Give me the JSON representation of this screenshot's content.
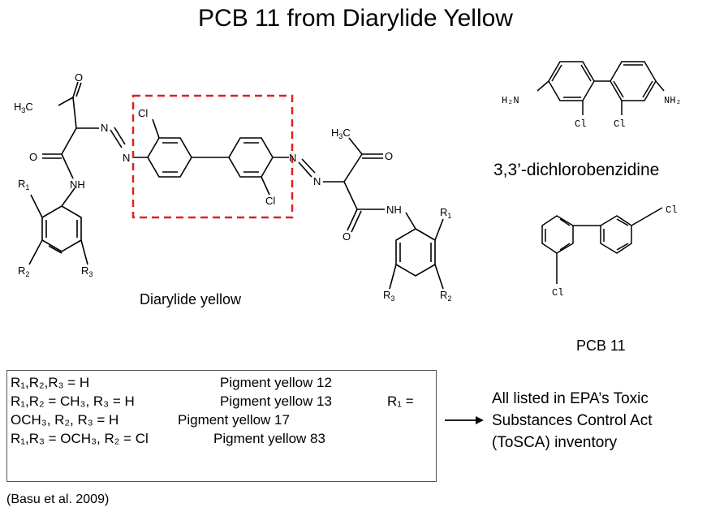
{
  "title": "PCB 11 from Diarylide Yellow",
  "diarylide": {
    "caption": "Diarylide yellow",
    "labels": {
      "h3c": "H",
      "h3c_sub": "3",
      "h3c_c": "C",
      "o": "O",
      "n": "N",
      "nh": "NH",
      "cl": "Cl",
      "r1": "R",
      "r1_sub": "1",
      "r2": "R",
      "r2_sub": "2",
      "r3": "R",
      "r3_sub": "3"
    }
  },
  "dcb": {
    "caption": "3,3’-dichlorobenzidine",
    "left_amine": "H₂N",
    "right_amine": "NH₂",
    "cl": "Cl"
  },
  "pcb11": {
    "caption": "PCB 11",
    "cl": "Cl"
  },
  "pigments": {
    "rows": [
      {
        "subst": "R₁,R₂,R₃ = H",
        "name": "Pigment yellow 12"
      },
      {
        "subst": "R₁,R₂ = CH₃, R₃ = H",
        "name": "Pigment yellow 13",
        "extra": "R₁ ="
      },
      {
        "subst": "OCH₃, R₂, R₃ = H",
        "name": "Pigment yellow 17"
      },
      {
        "subst": "R₁,R₃ =  OCH₃, R₂ = Cl",
        "name": "Pigment yellow 83"
      }
    ]
  },
  "note": {
    "line1": "All listed in EPA’s Toxic",
    "line2": "Substances Control Act",
    "line3": "(ToSCA) inventory"
  },
  "citation": "(Basu et al. 2009)",
  "colors": {
    "highlight_box": "#e02020",
    "bond": "#000000"
  }
}
